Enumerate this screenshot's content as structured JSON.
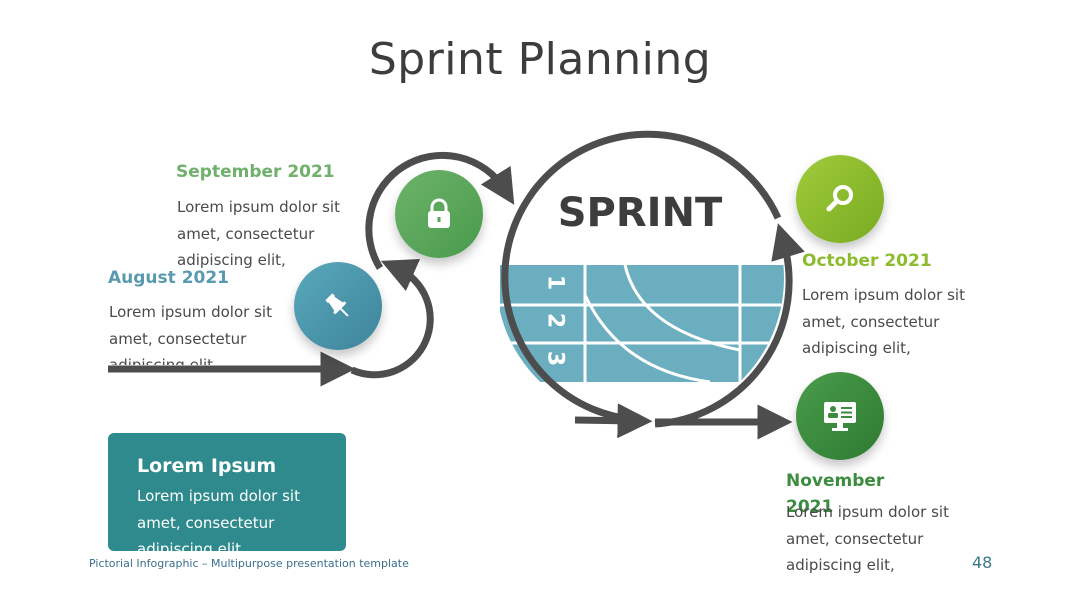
{
  "slide": {
    "title": "Sprint Planning",
    "sprint_label": "SPRINT",
    "lanes": [
      "1",
      "2",
      "3"
    ],
    "footer": "Pictorial Infographic – Multipurpose presentation template",
    "page_number": "48"
  },
  "milestones": {
    "august": {
      "heading": "August 2021",
      "body": [
        "Lorem ipsum dolor sit",
        "amet, consectetur",
        "adipiscing elit,"
      ],
      "icon": "pushpin-icon",
      "color": "#4a93a8"
    },
    "september": {
      "heading": "September 2021",
      "body": [
        "Lorem ipsum dolor sit",
        "amet, consectetur",
        "adipiscing elit,"
      ],
      "icon": "lock-icon",
      "color": "#5aa55a"
    },
    "october": {
      "heading": "October 2021",
      "body": [
        "Lorem ipsum dolor sit",
        "amet, consectetur",
        "adipiscing elit,"
      ],
      "icon": "magnifier-icon",
      "color": "#8cbc2e"
    },
    "november": {
      "heading": "November 2021",
      "body": [
        "Lorem ipsum dolor sit",
        "amet, consectetur",
        "adipiscing elit,"
      ],
      "icon": "monitor-icon",
      "color": "#3b8c3e"
    }
  },
  "card": {
    "heading": "Lorem Ipsum",
    "body": [
      "Lorem ipsum dolor sit",
      "amet, consectetur",
      "adipiscing elit,"
    ],
    "color": "#2e8a8c"
  },
  "colors": {
    "arrow": "#4d4d4d",
    "track": "#6aaec0",
    "title": "#3d3d3d"
  }
}
